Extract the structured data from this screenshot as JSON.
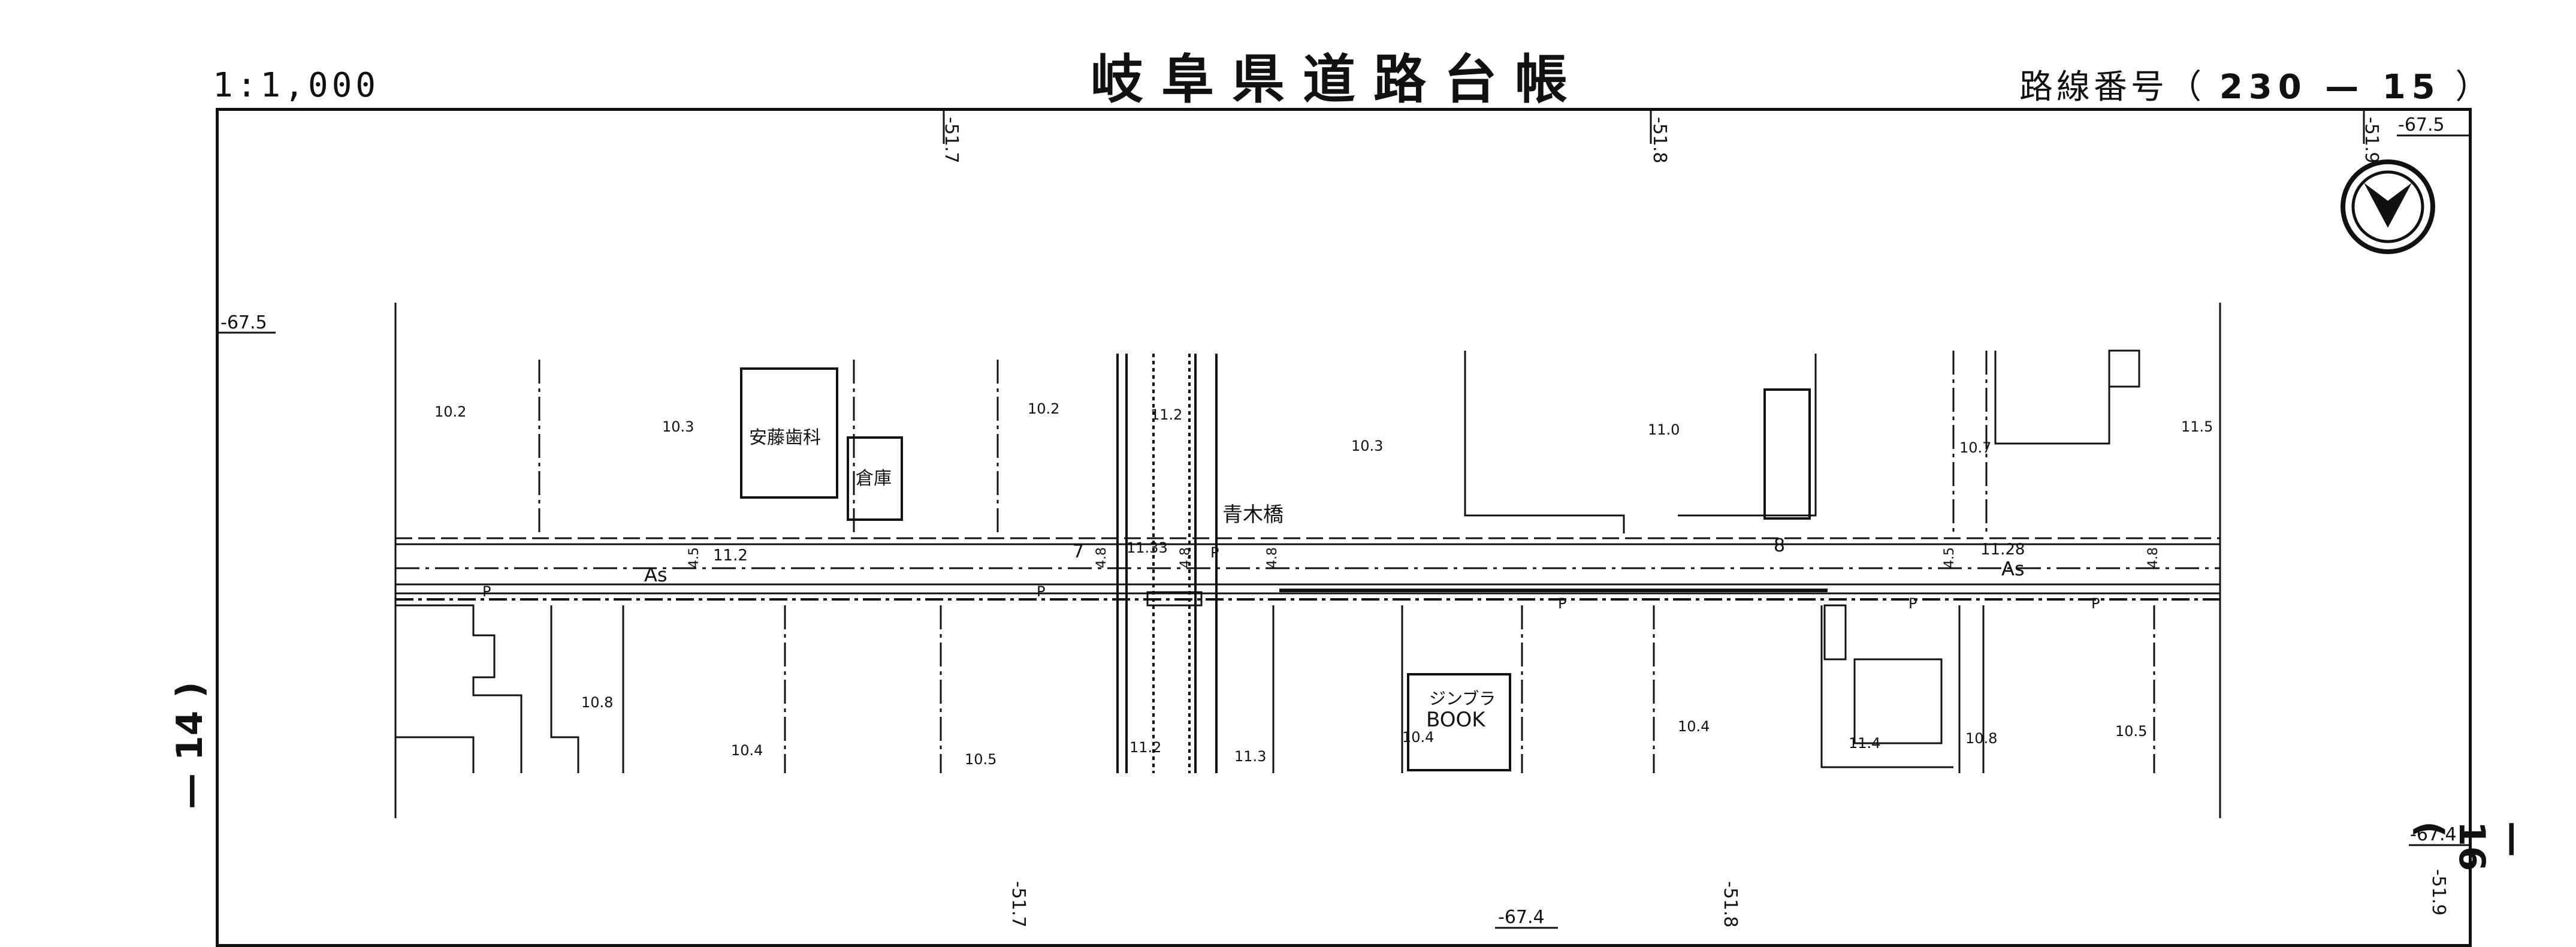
{
  "header": {
    "title": "岐阜県道路台帳",
    "scale": "1:1,000",
    "route_prefix": "路線番号（",
    "route_number": "230 — 15",
    "route_suffix": "）"
  },
  "page_marks": {
    "left": "— 14 )",
    "right": "— 16 ("
  },
  "grid_ticks": {
    "top": [
      "-51.7",
      "-51.8",
      "-51.9"
    ],
    "bottom": [
      "-51.7",
      "-51.8",
      "-51.9"
    ],
    "left": [
      "-67.5"
    ],
    "right_top": "-67.5",
    "right_bottom": "-67.4",
    "bottom_center": "-67.4"
  },
  "map": {
    "north_arrow": "north-arrow",
    "bridge_name": "青木橋",
    "buildings": [
      {
        "name": "安藤歯科"
      },
      {
        "name": "倉庫"
      },
      {
        "name": "ジンブラ BOOK"
      }
    ],
    "road_labels": [
      "As",
      "As",
      "11.2",
      "11.28",
      "11.33",
      "7",
      "8"
    ],
    "road_widths": [
      "4.5",
      "4.8",
      "4.8",
      "4.8",
      "4.5",
      "4.8"
    ],
    "elevations": [
      "10.2",
      "10.3",
      "10.2",
      "11.2",
      "10.3",
      "11.0",
      "10.7",
      "11.5",
      "10.8",
      "10.4",
      "10.5",
      "11.2",
      "11.3",
      "10.4",
      "10.4",
      "11.4",
      "10.8",
      "10.5"
    ],
    "markers": [
      "P",
      "P",
      "P",
      "P",
      "P",
      "P"
    ]
  },
  "colors": {
    "ink": "#111111",
    "paper": "#ffffff"
  }
}
